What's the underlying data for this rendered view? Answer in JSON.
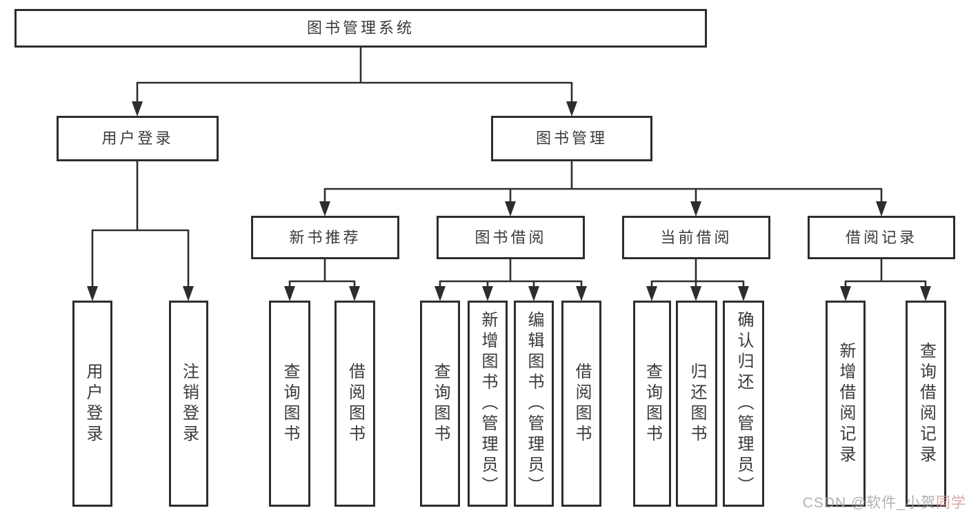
{
  "tree": {
    "label": "图书管理系统",
    "children": [
      {
        "label": "用户登录",
        "children": [
          {
            "label": "用户登录"
          },
          {
            "label": "注销登录"
          }
        ]
      },
      {
        "label": "图书管理",
        "children": [
          {
            "label": "新书推荐",
            "children": [
              {
                "label": "查询图书"
              },
              {
                "label": "借阅图书"
              }
            ]
          },
          {
            "label": "图书借阅",
            "children": [
              {
                "label": "查询图书"
              },
              {
                "label": "新增图书（管理员）"
              },
              {
                "label": "编辑图书（管理员）"
              },
              {
                "label": "借阅图书"
              }
            ]
          },
          {
            "label": "当前借阅",
            "children": [
              {
                "label": "查询图书"
              },
              {
                "label": "归还图书"
              },
              {
                "label": "确认归还（管理员）"
              }
            ]
          },
          {
            "label": "借阅记录",
            "children": [
              {
                "label": "新增借阅记录"
              },
              {
                "label": "查询借阅记录"
              }
            ]
          }
        ]
      }
    ]
  },
  "watermark": {
    "prefix": "CSDN @软件_小贺",
    "suffix": "同学"
  },
  "colors": {
    "line": "#2d2d2d",
    "box_border": "#2d2d2d",
    "text": "#3a3a3a",
    "background": "#ffffff",
    "watermark": "#a3a3a3",
    "watermark_accent": "#d59493"
  }
}
